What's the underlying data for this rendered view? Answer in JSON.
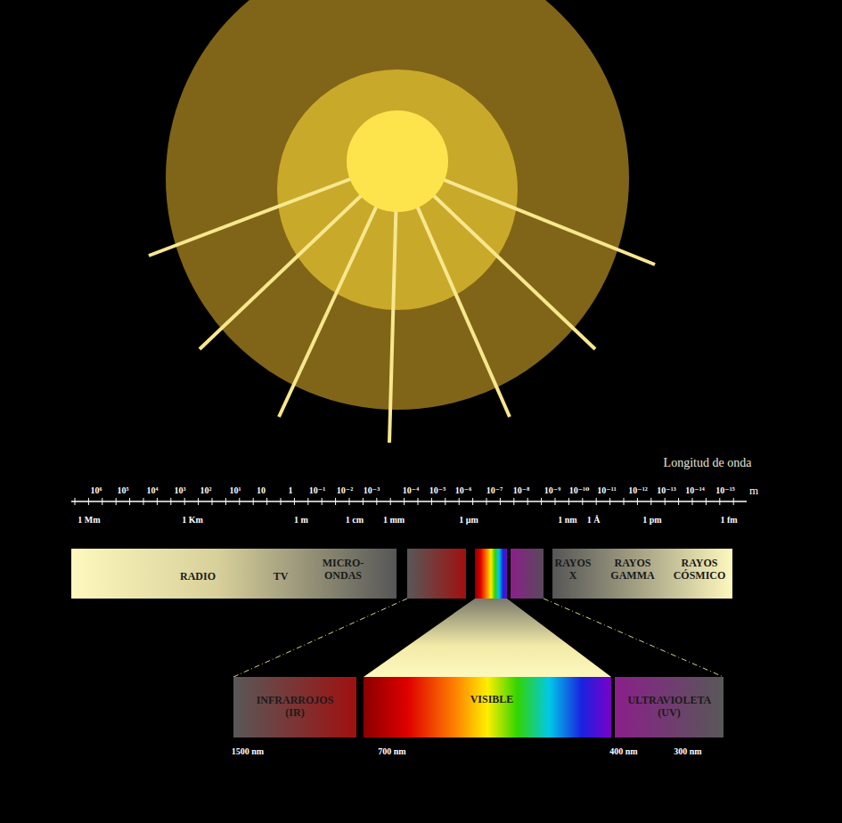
{
  "diagram": {
    "nodes": [
      {
        "text": [
          "RADIO",
          "TV",
          "MICRO- ONDAS"
        ]
      },
      {
        "text": [
          "RAYOS X",
          "RAYOS GAMMA",
          "RAYOS CÓSMICO"
        ]
      },
      {
        "text": [
          "INFRARROJOS (IR)"
        ]
      },
      {
        "text": [
          "VISIBLE"
        ]
      },
      {
        "text": [
          "ULTRAVIOLETA (UV)"
        ]
      }
    ],
    "edges": [],
    "labels": [
      "Longitud de onda",
      "10⁶",
      "10⁵",
      "10⁴",
      "10³",
      "10²",
      "10¹",
      "10",
      "1",
      "10⁻¹",
      "10⁻²",
      "10⁻³",
      "10⁻⁴",
      "10⁻⁵",
      "10⁻⁶",
      "10⁻⁷",
      "10⁻⁸",
      "10⁻⁹",
      "10⁻¹⁰",
      "10⁻¹¹",
      "10⁻¹²",
      "10⁻¹³",
      "10⁻¹⁴",
      "10⁻¹⁵",
      "m",
      "1 Mm",
      "1 Km",
      "1 m",
      "1 cm",
      "1 mm",
      "1 µm",
      "1 nm",
      "1 Å",
      "1 pm",
      "1 fm",
      "1500 nm",
      "700 nm",
      "400 nm",
      "300 nm"
    ]
  }
}
